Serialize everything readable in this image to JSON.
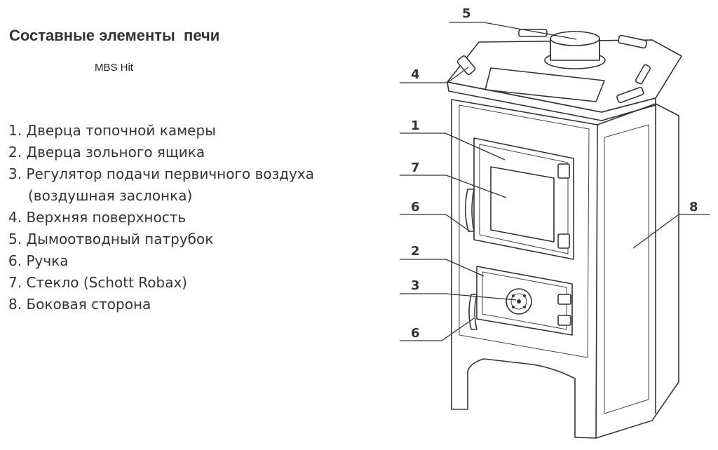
{
  "title": "Составные элементы  печи",
  "model": "MBS Hit",
  "legend": [
    {
      "line1": "1. Дверца топочной камеры"
    },
    {
      "line1": "2. Дверца зольного ящика"
    },
    {
      "line1": "3. Регулятор подачи первичного воздуха",
      "line2": "(воздушная заслонка)"
    },
    {
      "line1": "4. Верхняя поверхность"
    },
    {
      "line1": "5. Дымоотводный патрубок"
    },
    {
      "line1": "6. Ручка"
    },
    {
      "line1": "7. Стекло (Schott Robax)"
    },
    {
      "line1": "8. Боковая сторона"
    }
  ],
  "callouts": {
    "c5": "5",
    "c4": "4",
    "c1": "1",
    "c7": "7",
    "c6a": "6",
    "c2": "2",
    "c3": "3",
    "c6b": "6",
    "c8": "8"
  }
}
